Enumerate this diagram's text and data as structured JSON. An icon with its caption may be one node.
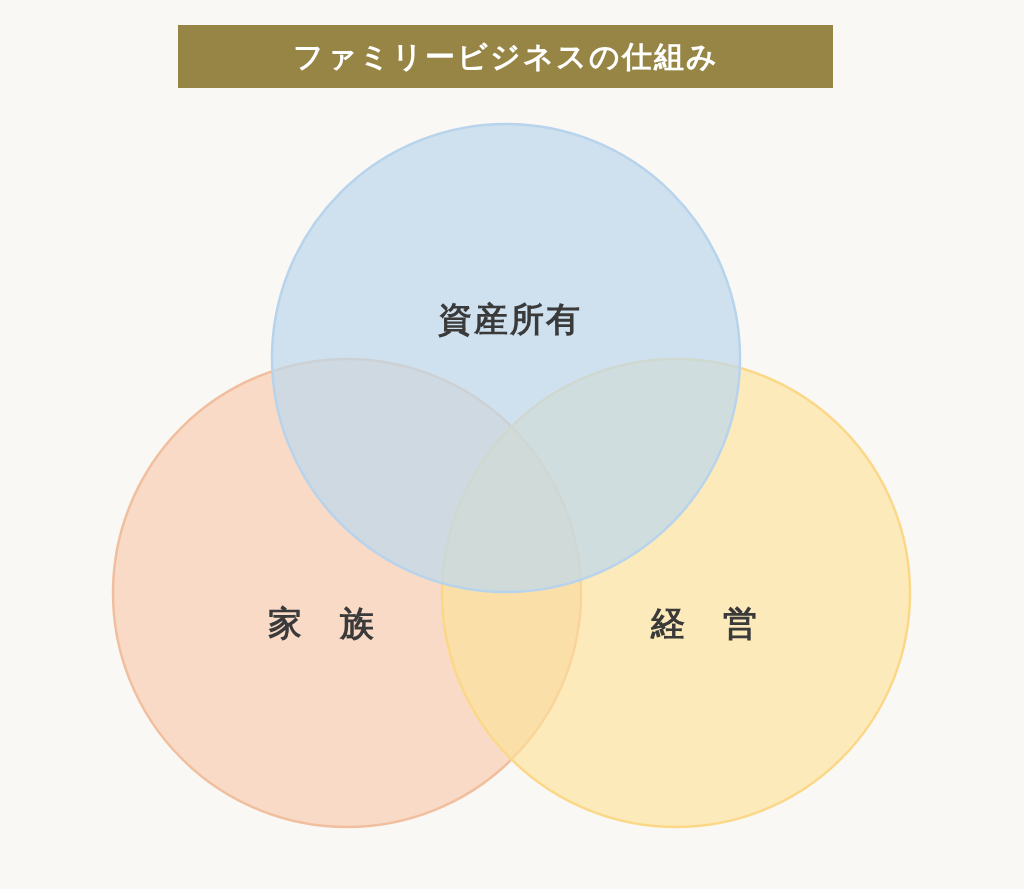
{
  "diagram": {
    "title": "ファミリービジネスの仕組み",
    "nodes": [
      {
        "text": [
          "資産所有"
        ]
      },
      {
        "text": [
          "家　族"
        ]
      },
      {
        "text": [
          "経　営"
        ]
      }
    ]
  }
}
